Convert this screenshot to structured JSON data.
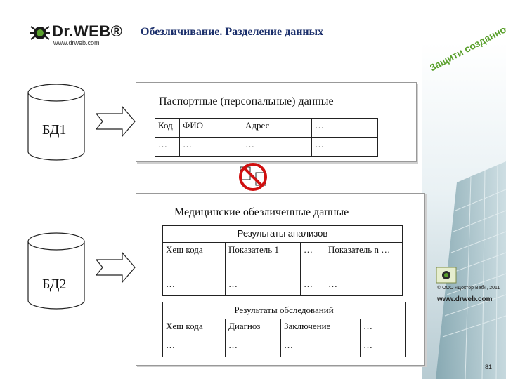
{
  "header": {
    "brand": "Dr.WEB®",
    "url": "www.drweb.com",
    "title": "Обезличивание. Разделение данных",
    "slogan": "Защити созданное"
  },
  "db1": {
    "label": "БД1"
  },
  "db2": {
    "label": "БД2"
  },
  "passport": {
    "caption": "Паспортные (персональные) данные",
    "headers": [
      "Код",
      "ФИО",
      "Адрес",
      "…"
    ],
    "row": [
      "…",
      "…",
      "…",
      "…"
    ]
  },
  "medical": {
    "caption": "Медицинские обезличенные данные",
    "analysis": {
      "title": "Результаты анализов",
      "headers": [
        "Хеш кода",
        "Показатель 1",
        "…",
        "Показатель n …"
      ],
      "row": [
        "…",
        "…",
        "…",
        "…"
      ]
    },
    "exam": {
      "title": "Результаты обследований",
      "headers": [
        "Хеш кода",
        "Диагноз",
        "Заключение",
        "…"
      ],
      "row": [
        "…",
        "…",
        "…",
        "…"
      ]
    }
  },
  "side": {
    "copyright": "© ООО «Доктор Веб», 2011",
    "url": "www.drweb.com",
    "page": "81"
  },
  "colors": {
    "title": "#1b2f6b",
    "slogan": "#5aa02c",
    "no_sign": "#d01010"
  }
}
